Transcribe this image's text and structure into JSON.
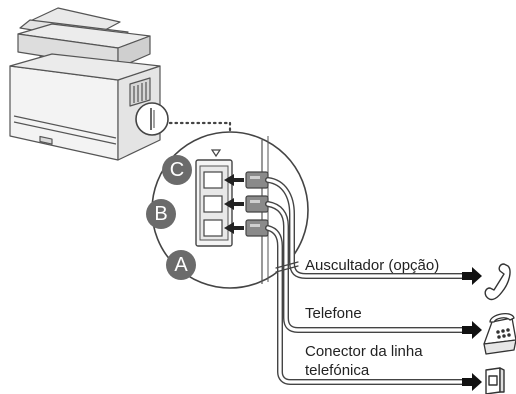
{
  "ports": {
    "c": "C",
    "b": "B",
    "a": "A"
  },
  "labels": {
    "handset": "Auscultador (opção)",
    "telephone": "Telefone",
    "line_connector_1": "Conector da linha",
    "line_connector_2": "telefónica"
  },
  "icons": {
    "printer": "printer-icon",
    "handset": "handset-icon",
    "telephone": "telephone-icon",
    "wall_jack": "wall-jack-icon",
    "arrow": "arrow-right-icon",
    "port_arrow": "arrow-left-icon"
  },
  "colors": {
    "badge": "#6b6b6b",
    "line": "#555555",
    "cable": "#888888",
    "plug": "#8a8a8a"
  }
}
